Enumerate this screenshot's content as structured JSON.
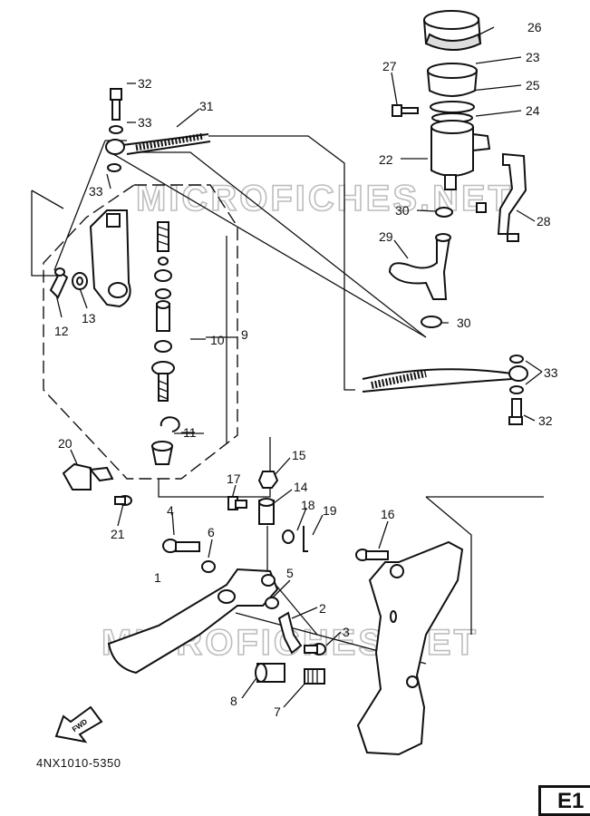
{
  "watermark": "MICROFICHES.NET",
  "diagram_code": "4NX1010-5350",
  "page_tag": "E1",
  "fwd_label": "FWD",
  "callouts": {
    "c1": "1",
    "c2": "2",
    "c3": "3",
    "c4": "4",
    "c5": "5",
    "c6": "6",
    "c7": "7",
    "c8": "8",
    "c9": "9",
    "c10": "10",
    "c11": "11",
    "c12": "12",
    "c13": "13",
    "c14": "14",
    "c15": "15",
    "c16": "16",
    "c17": "17",
    "c18": "18",
    "c19": "19",
    "c20": "20",
    "c21": "21",
    "c22": "22",
    "c23": "23",
    "c24": "24",
    "c25": "25",
    "c26": "26",
    "c27": "27",
    "c28": "28",
    "c29": "29",
    "c30": "30",
    "c31": "31",
    "c32": "32",
    "c33": "33"
  }
}
